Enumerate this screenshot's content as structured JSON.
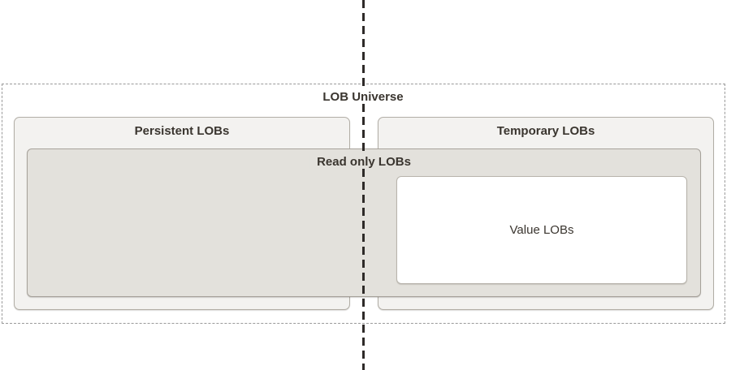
{
  "diagram": {
    "title": "LOB Universe",
    "boxes": {
      "persistent": {
        "label": "Persistent LOBs"
      },
      "temporary": {
        "label": "Temporary LOBs"
      },
      "read_only": {
        "label": "Read only LOBs"
      },
      "value": {
        "label": "Value LOBs"
      }
    },
    "divider": {
      "orientation": "vertical",
      "style": "dashed"
    },
    "colors": {
      "outer_border": "#9a9a9a",
      "light_box_bg": "#f3f2f0",
      "light_box_border": "#b2aea6",
      "dark_box_bg": "#e3e1dc",
      "dark_box_border": "#a7a29b",
      "value_box_bg": "#ffffff",
      "value_box_border": "#b8b4ac",
      "divider_line": "#2e2a28",
      "text": "#3a352f"
    }
  }
}
